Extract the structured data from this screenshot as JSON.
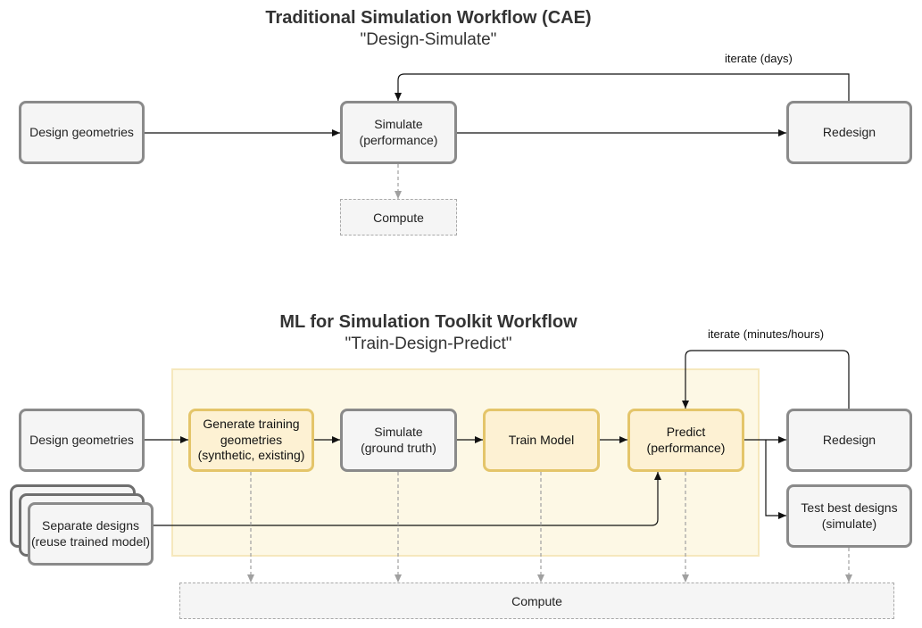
{
  "traditional": {
    "title": "Traditional Simulation Workflow (CAE)",
    "subtitle": "\"Design-Simulate\"",
    "design_geometries": "Design geometries",
    "simulate": "Simulate\n(performance)",
    "redesign": "Redesign",
    "compute": "Compute",
    "iterate_label": "iterate (days)"
  },
  "ml": {
    "title": "ML for Simulation Toolkit Workflow",
    "subtitle": "\"Train-Design-Predict\"",
    "design_geometries": "Design geometries",
    "generate_training": "Generate training\ngeometries\n(synthetic, existing)",
    "simulate_ground_truth": "Simulate\n(ground truth)",
    "train_model": "Train Model",
    "predict": "Predict\n(performance)",
    "redesign": "Redesign",
    "test_best": "Test best designs\n(simulate)",
    "separate_designs": "Separate designs\n(reuse trained model)",
    "compute": "Compute",
    "iterate_label": "iterate (minutes/hours)"
  },
  "colors": {
    "grey_fill": "#f5f5f5",
    "grey_border": "#8a8a8a",
    "yellow_fill": "#fdf1d3",
    "yellow_border": "#e4c56a",
    "ml_region_fill": "#fdf8e5",
    "dashed_arrow": "#a0a0a0"
  }
}
